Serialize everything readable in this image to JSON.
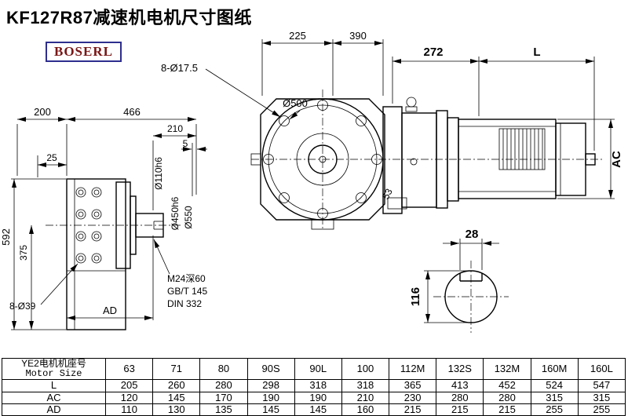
{
  "page": {
    "title": "KF127R87减速机电机尺寸图纸",
    "brand": "BOSERL"
  },
  "left_view": {
    "dim_200": "200",
    "dim_466": "466",
    "dim_210": "210",
    "dim_5": "5",
    "dim_25": "25",
    "dim_592": "592",
    "dim_375": "375",
    "holes": "8-Ø39",
    "dim_ad": "AD",
    "thread_note_1": "M24深60",
    "thread_note_2": "GB/T 145",
    "thread_note_3": "DIN 332",
    "dia_110": "Ø110h6",
    "dia_450": "Ø450h6",
    "dia_550": "Ø550"
  },
  "front_view": {
    "dim_225": "225",
    "dim_390": "390",
    "holes": "8-Ø17.5",
    "dia_500": "Ø500",
    "dim_272": "272",
    "dim_L": "L",
    "dim_AC": "AC",
    "dim_53": "53"
  },
  "shaft_view": {
    "dim_28": "28",
    "dim_116": "116"
  },
  "table": {
    "row_label_cn": "YE2电机机座号",
    "row_label_en": "Motor Size",
    "sizes": [
      "63",
      "71",
      "80",
      "90S",
      "90L",
      "100",
      "112M",
      "132S",
      "132M",
      "160M",
      "160L"
    ],
    "rows": [
      {
        "label": "L",
        "values": [
          "205",
          "260",
          "280",
          "298",
          "318",
          "318",
          "365",
          "413",
          "452",
          "524",
          "547"
        ]
      },
      {
        "label": "AC",
        "values": [
          "120",
          "145",
          "170",
          "190",
          "190",
          "210",
          "230",
          "280",
          "280",
          "315",
          "315"
        ]
      },
      {
        "label": "AD",
        "values": [
          "110",
          "130",
          "135",
          "145",
          "145",
          "160",
          "215",
          "215",
          "215",
          "255",
          "255"
        ]
      }
    ]
  }
}
